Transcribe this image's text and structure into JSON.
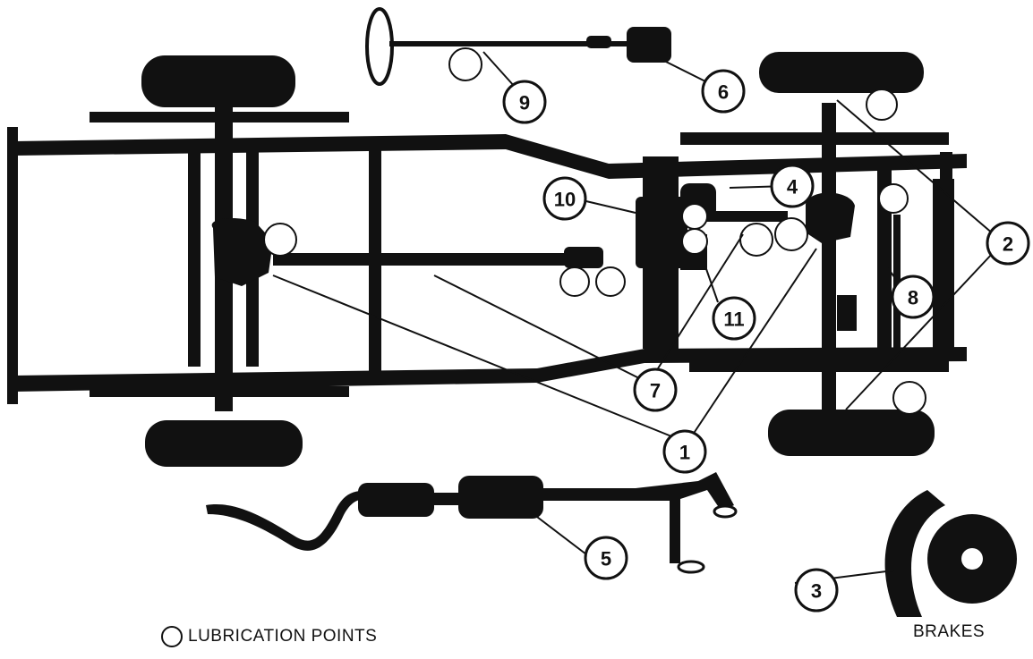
{
  "legend": {
    "label": "LUBRICATION POINTS",
    "icon": "lubrication-point-circle"
  },
  "brakes_caption": "BRAKES",
  "callouts": [
    "1",
    "2",
    "3",
    "4",
    "5",
    "6",
    "7",
    "8",
    "9",
    "10",
    "11"
  ],
  "colors": {
    "ink": "#111111",
    "background": "#ffffff"
  }
}
